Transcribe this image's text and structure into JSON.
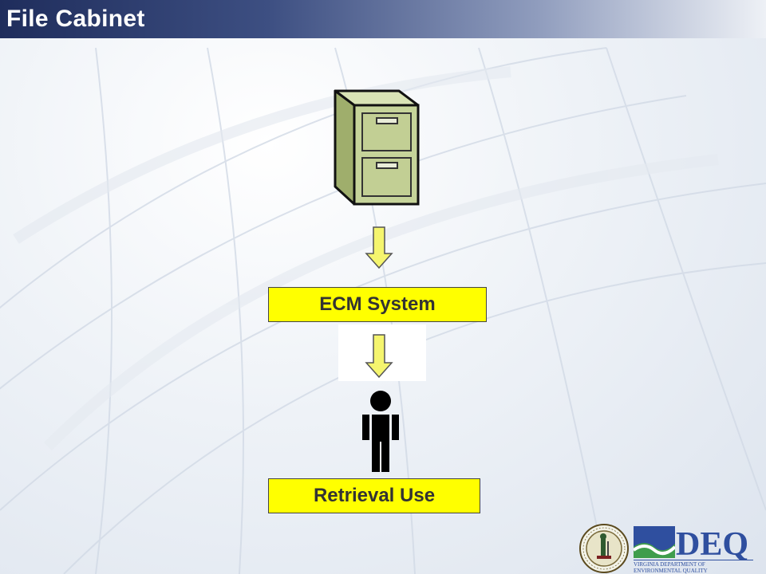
{
  "slide": {
    "title": "File Cabinet"
  },
  "diagram": {
    "steps": [
      {
        "label": "ECM System"
      },
      {
        "label": "Retrieval Use"
      }
    ]
  },
  "logos": {
    "seal_icon": "virginia-state-seal",
    "deq_text": "DEQ",
    "deq_subtitle": "Virginia Department of Environmental Quality"
  },
  "colors": {
    "title_bar_dark": "#1f2d5c",
    "box_fill": "#ffff00",
    "arrow_fill": "#f5f56e",
    "cabinet_fill": "#c6d49a",
    "deq_blue": "#2f4f9f",
    "deq_green": "#3f9d4c"
  }
}
